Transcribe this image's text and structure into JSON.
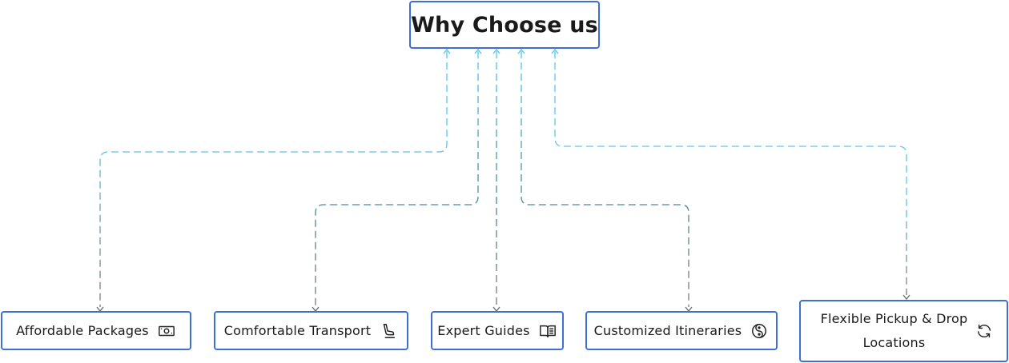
{
  "root": {
    "title": "Why Choose us"
  },
  "items": [
    {
      "label": "Affordable Packages",
      "icon": "money-icon"
    },
    {
      "label": "Comfortable Transport",
      "icon": "seat-icon"
    },
    {
      "label": "Expert Guides",
      "icon": "book-icon"
    },
    {
      "label": "Customized Itineraries",
      "icon": "yin-yang-icon"
    },
    {
      "label": "Flexible Pickup & Drop Locations",
      "icon": "refresh-icon"
    }
  ],
  "colors": {
    "node_border": "#3d6fd9",
    "connector_top": "#5bc8ec",
    "connector_bottom": "#7a7a7a"
  }
}
